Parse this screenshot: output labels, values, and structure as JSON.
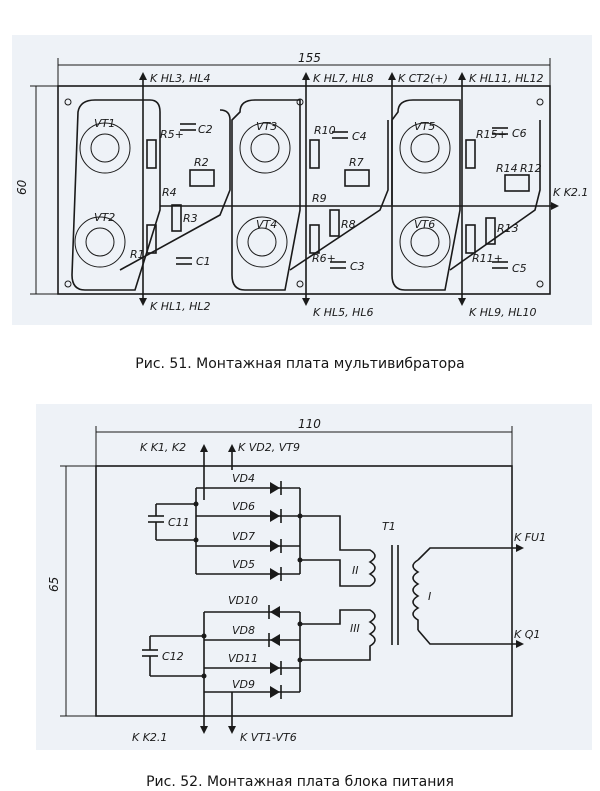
{
  "figure1": {
    "caption": "Рис. 51. Монтажная плата мультивибратора",
    "dim_width": "155",
    "dim_height": "60",
    "top_labels": [
      "K HL3, HL4",
      "K HL7, HL8",
      "K CT2(+)",
      "K HL11, HL12"
    ],
    "bottom_labels": [
      "K HL1, HL2",
      "K HL5, HL6",
      "K HL9, HL10"
    ],
    "right_label": "K K2.1",
    "transistors": [
      "VT1",
      "VT2",
      "VT3",
      "VT4",
      "VT5",
      "VT6"
    ],
    "components": [
      "R5+",
      "C2",
      "R2",
      "R4",
      "R3",
      "R1",
      "C1",
      "R10",
      "C4",
      "R7",
      "R9",
      "R8",
      "R6+",
      "C3",
      "R15+",
      "C6",
      "R14",
      "R12",
      "R13",
      "R11+",
      "C5"
    ]
  },
  "figure2": {
    "caption": "Рис. 52. Монтажная плата блока питания",
    "dim_width": "110",
    "dim_height": "65",
    "top_labels": [
      "K K1, K2",
      "K VD2, VT9"
    ],
    "bottom_labels": [
      "K K2.1",
      "K VT1-VT6"
    ],
    "right_labels": [
      "K FU1",
      "K Q1"
    ],
    "diodes": [
      "VD4",
      "VD6",
      "VD7",
      "VD5",
      "VD10",
      "VD8",
      "VD11",
      "VD9"
    ],
    "capacitors": [
      "C11",
      "C12"
    ],
    "transformer": "T1",
    "windings": [
      "II",
      "III",
      "I"
    ]
  },
  "colors": {
    "ink": "#1a1a1a",
    "background": "#ffffff",
    "board_tint": "#e9eef5"
  }
}
